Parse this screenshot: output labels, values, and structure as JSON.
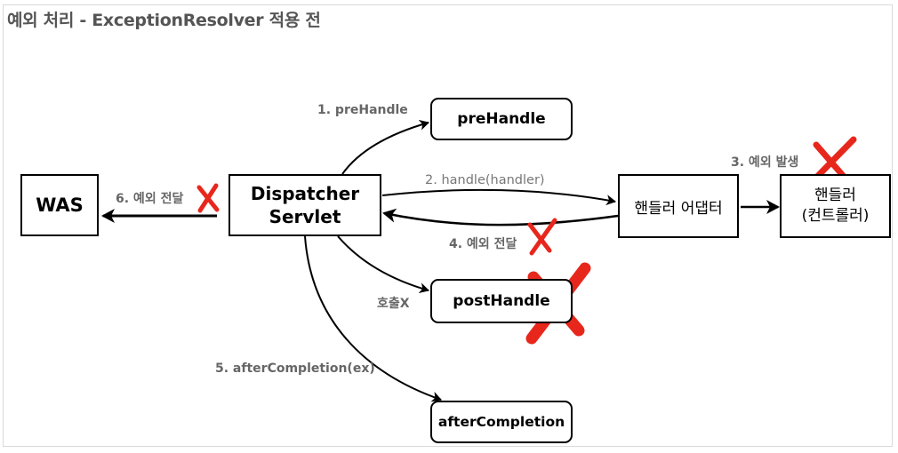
{
  "title": "예외 처리 - ExceptionResolver 적용 전",
  "nodes": {
    "was": "WAS",
    "dispatcher_line1": "Dispatcher",
    "dispatcher_line2": "Servlet",
    "prehandle": "preHandle",
    "posthandle": "postHandle",
    "aftercompletion": "afterCompletion",
    "adapter": "핸들러 어댑터",
    "handler_line1": "핸들러",
    "handler_line2": "(컨트롤러)"
  },
  "edge_labels": {
    "step1": "1. preHandle",
    "step2": "2. handle(handler)",
    "step3": "3. 예외 발생",
    "step4": "4. 예외 전달",
    "step5": "5. afterCompletion(ex)",
    "step6": "6. 예외 전달",
    "not_called": "호출X"
  },
  "colors": {
    "cross": "#e8271c",
    "label": "#666666",
    "title": "#555555",
    "line": "#000000"
  }
}
